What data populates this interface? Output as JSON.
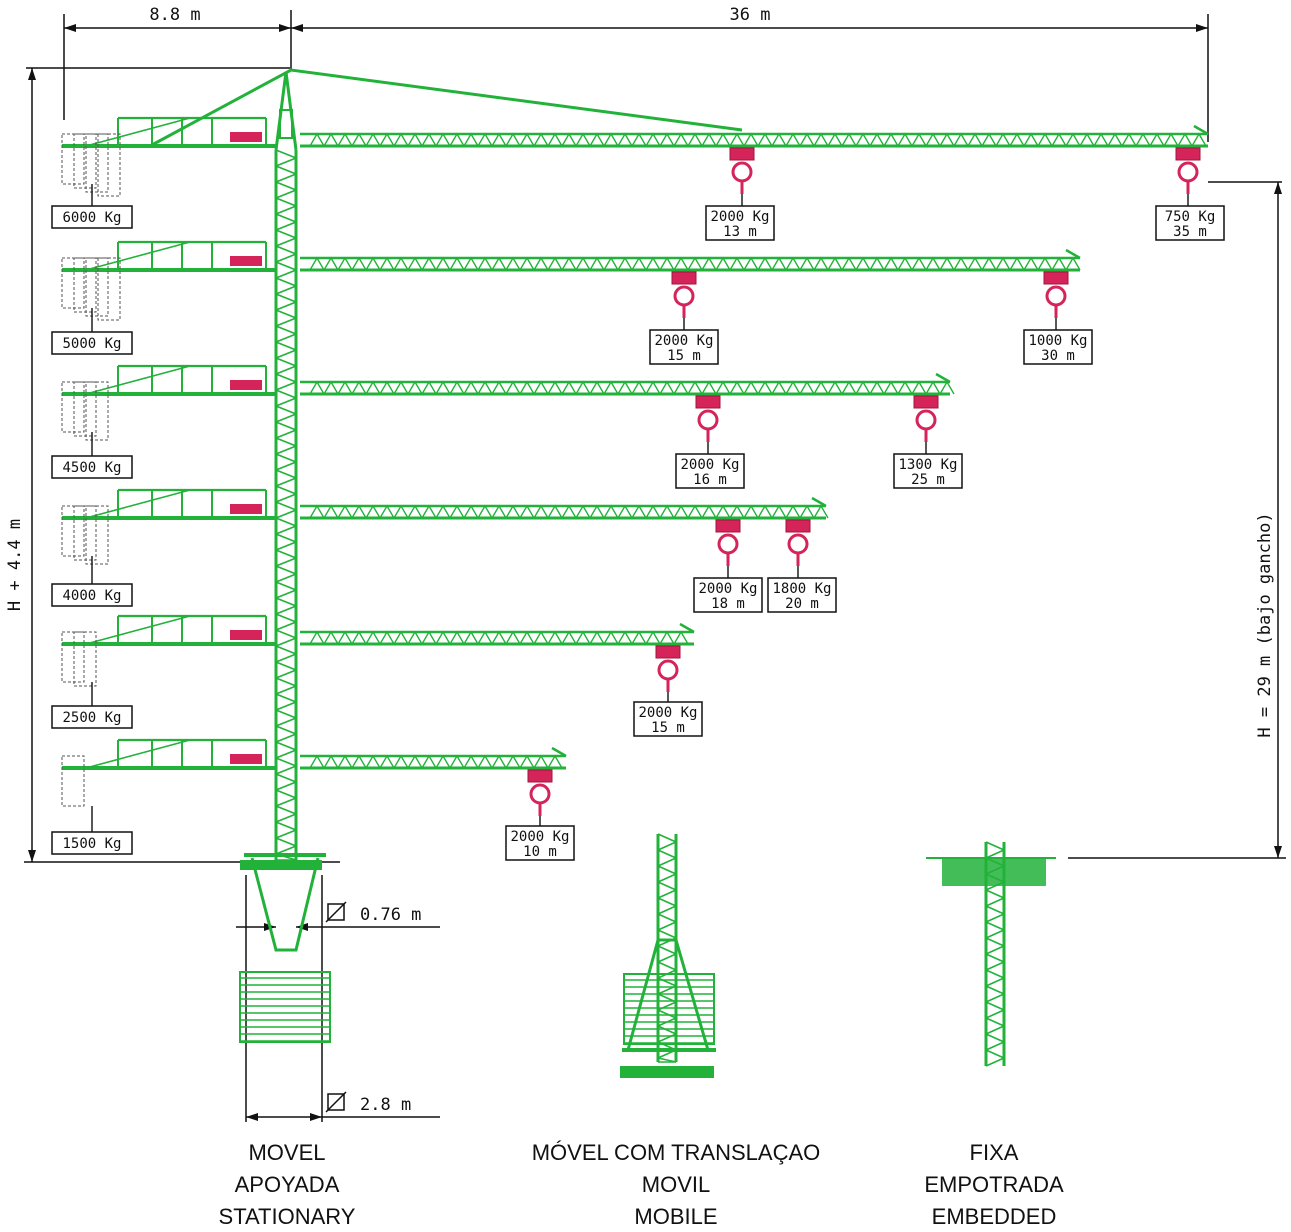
{
  "dimensions": {
    "counter_jib_length": "8.8 m",
    "jib_length": "36 m",
    "total_height": "H + 4.4 m",
    "height_under_hook": "H = 29 m (bajo gancho)",
    "mast_width": "0.76 m",
    "base_width": "2.8 m"
  },
  "configurations": [
    {
      "counterweight": "6000 Kg",
      "near_load": "2000 Kg",
      "near_radius": "13 m",
      "tip_load": "750 Kg",
      "tip_radius": "35 m"
    },
    {
      "counterweight": "5000 Kg",
      "near_load": "2000 Kg",
      "near_radius": "15 m",
      "tip_load": "1000 Kg",
      "tip_radius": "30 m"
    },
    {
      "counterweight": "4500 Kg",
      "near_load": "2000 Kg",
      "near_radius": "16 m",
      "tip_load": "1300 Kg",
      "tip_radius": "25 m"
    },
    {
      "counterweight": "4000 Kg",
      "near_load": "2000 Kg",
      "near_radius": "18 m",
      "tip_load": "1800 Kg",
      "tip_radius": "20 m"
    },
    {
      "counterweight": "2500 Kg",
      "near_load": "2000 Kg",
      "near_radius": "15 m",
      "tip_load": "",
      "tip_radius": ""
    },
    {
      "counterweight": "1500 Kg",
      "near_load": "2000 Kg",
      "near_radius": "10 m",
      "tip_load": "",
      "tip_radius": ""
    }
  ],
  "captions": {
    "stationary": [
      "MOVEL",
      "APOYADA",
      "STATIONARY"
    ],
    "mobile": [
      "MÓVEL COM TRANSLAÇAO",
      "MOVIL",
      "MOBILE"
    ],
    "embedded": [
      "FIXA",
      "EMPOTRADA",
      "EMBEDDED"
    ]
  },
  "colors": {
    "structure": "#22b23a",
    "hook": "#d4245a",
    "line": "#111111"
  }
}
